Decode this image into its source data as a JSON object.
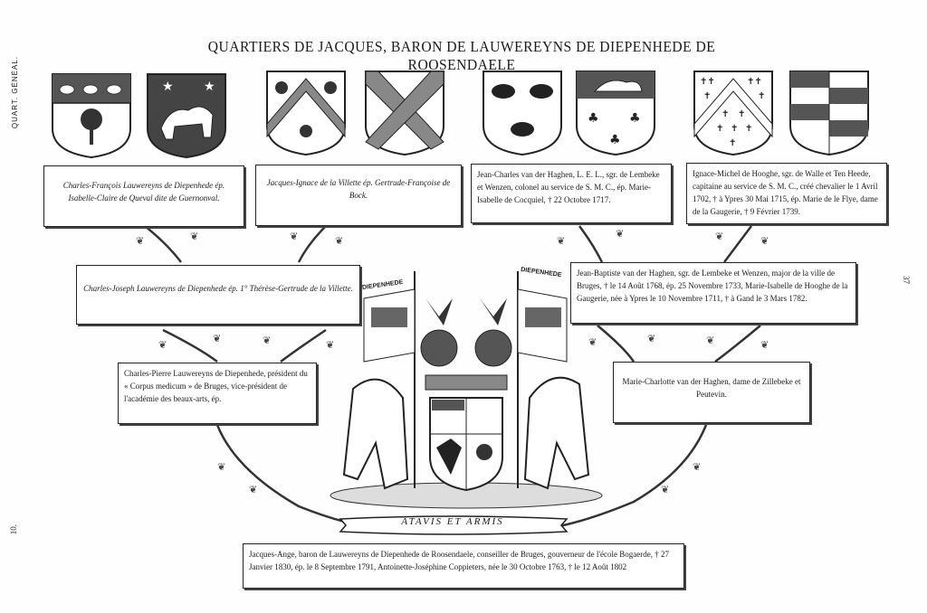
{
  "title": "QUARTIERS DE JACQUES, BARON DE LAUWEREYNS DE DIEPENHEDE DE ROOSENDAELE",
  "margin_left_text": "QUART. GÉNÉAL.",
  "margin_left_num": "10.",
  "margin_right_num": "37",
  "boxes": {
    "b1": "Charles-François Lauwereyns de Diepenhede ép. Isabelle-Claire de Queval dite de Guernonval.",
    "b2": "Jacques-Ignace de la Villette ép. Gertrude-Françoise de Bock.",
    "b3": "Jean-Charles van der Haghen, L. E. L., sgr. de Lembeke et Wenzen, colonel au service de S. M. C., ép. Marie-Isabelle de Cocquiel, † 22 Octobre 1717.",
    "b4": "Ignace-Michel de Hooghe, sgr. de Walle et Ten Heede, capitaine au service de S. M. C., créé chevalier le 1 Avril 1702, † à Ypres 30 Mai 1715, ép. Marie de le Flye, dame de la Gaugerie, † 9 Février 1739.",
    "b5": "Charles-Joseph Lauwereyns de Diepenhede ép. 1° Thérèse-Gertrude de la Villette.",
    "b6": "Jean-Baptiste van der Haghen, sgr. de Lembeke et Wenzen, major de la ville de Bruges, † le 14 Août 1768, ép. 25 Novembre 1733, Marie-Isabelle de Hooghe de la Gaugerie, née à Ypres le 10 Novembre 1711, † à Gand le 3 Mars 1782.",
    "b7": "Charles-Pierre Lauwereyns de Diepenhede, président du « Corpus medicum » de Bruges, vice-président de l'académie des beaux-arts, ép.",
    "b8": "Marie-Charlotte van der Haghen, dame de Zillebeke et Peutevin.",
    "b9": "Jacques-Ange, baron de Lauwereyns de Diepenhede de Roosendaele, conseiller de Bruges, gouverneur de l'école Bogaerde, † 27 Janvier 1830, ép. le 8 Septembre 1791, Antoinette-Joséphine Coppieters, née le 30 Octobre 1763, † le 12 Août 1802"
  },
  "flag_left": "DIEPENHEDE",
  "flag_right": "DIEPENHEDE",
  "motto": "ATAVIS   ET   ARMIS"
}
